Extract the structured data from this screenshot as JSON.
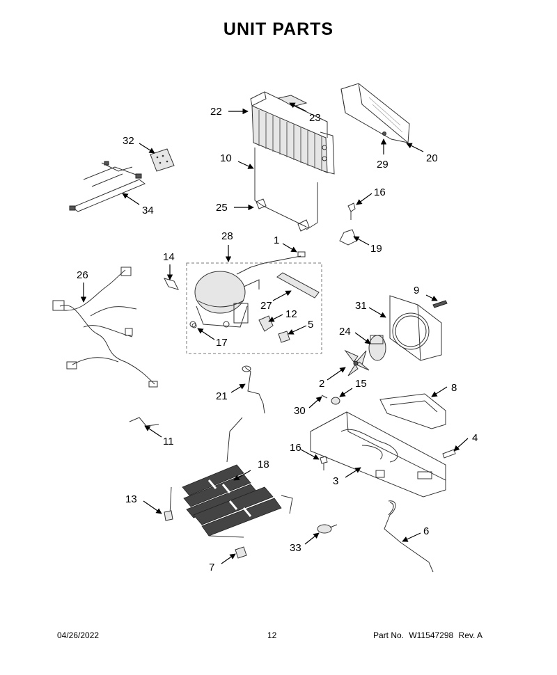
{
  "page": {
    "title": "UNIT  PARTS",
    "footer": {
      "date": "04/26/2022",
      "page_number": "12",
      "part_no_label": "Part No.",
      "part_no": "W11547298",
      "rev": "Rev.  A"
    }
  },
  "callouts": [
    {
      "id": "c22",
      "label": "22"
    },
    {
      "id": "c23",
      "label": "23"
    },
    {
      "id": "c20",
      "label": "20"
    },
    {
      "id": "c29",
      "label": "29"
    },
    {
      "id": "c32",
      "label": "32"
    },
    {
      "id": "c34",
      "label": "34"
    },
    {
      "id": "c10",
      "label": "10"
    },
    {
      "id": "c25",
      "label": "25"
    },
    {
      "id": "c16a",
      "label": "16"
    },
    {
      "id": "c19",
      "label": "19"
    },
    {
      "id": "c28",
      "label": "28"
    },
    {
      "id": "c1",
      "label": "1"
    },
    {
      "id": "c14",
      "label": "14"
    },
    {
      "id": "c26",
      "label": "26"
    },
    {
      "id": "c27",
      "label": "27"
    },
    {
      "id": "c12",
      "label": "12"
    },
    {
      "id": "c5",
      "label": "5"
    },
    {
      "id": "c17",
      "label": "17"
    },
    {
      "id": "c9",
      "label": "9"
    },
    {
      "id": "c31",
      "label": "31"
    },
    {
      "id": "c24",
      "label": "24"
    },
    {
      "id": "c2",
      "label": "2"
    },
    {
      "id": "c15",
      "label": "15"
    },
    {
      "id": "c8",
      "label": "8"
    },
    {
      "id": "c21",
      "label": "21"
    },
    {
      "id": "c30",
      "label": "30"
    },
    {
      "id": "c11",
      "label": "11"
    },
    {
      "id": "c4",
      "label": "4"
    },
    {
      "id": "c16b",
      "label": "16"
    },
    {
      "id": "c18",
      "label": "18"
    },
    {
      "id": "c3",
      "label": "3"
    },
    {
      "id": "c13",
      "label": "13"
    },
    {
      "id": "c6",
      "label": "6"
    },
    {
      "id": "c33",
      "label": "33"
    },
    {
      "id": "c7",
      "label": "7"
    }
  ]
}
